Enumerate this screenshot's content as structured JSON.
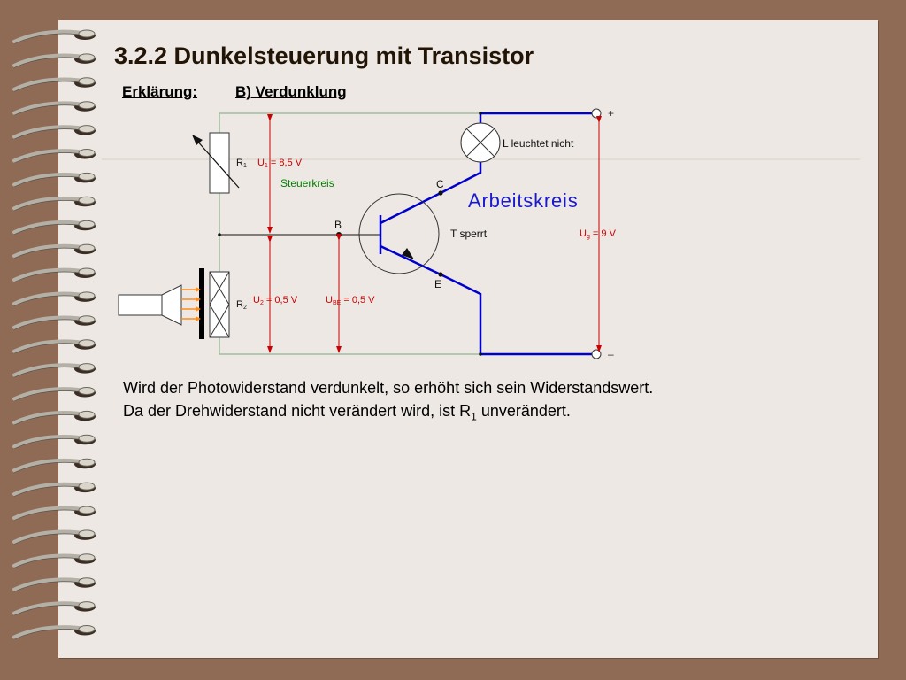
{
  "slide": {
    "title": "3.2.2 Dunkelsteuerung mit Transistor",
    "subtitle_left": "Erklärung:",
    "subtitle_right": "B) Verdunklung",
    "text_line1": "Wird der Photowiderstand verdunkelt, so erhöht sich sein Widerstandswert.",
    "text_line2_prefix": "Da der Drehwiderstand nicht verändert wird, ist R",
    "text_line2_sub": "1",
    "text_line2_suffix": " unverändert."
  },
  "circuit": {
    "r1": "R",
    "r1_sub": "1",
    "r2": "R",
    "r2_sub": "2",
    "u1": "U",
    "u1_sub": "1",
    "u1_val": " = 8,5 V",
    "u2": "U",
    "u2_sub": "2",
    "u2_val": " = 0,5 V",
    "ube": "U",
    "ube_sub": "BE",
    "ube_val": " = 0,5 V",
    "ug": "U",
    "ug_sub": "g",
    "ug_val": " = 9 V",
    "steuerkreis": "Steuerkreis",
    "arbeitskreis": "Arbeitskreis",
    "lamp_label": "L leuchtet nicht",
    "transistor_label": "T sperrt",
    "collector": "C",
    "base": "B",
    "emitter": "E",
    "plus": "+",
    "minus": "–"
  },
  "colors": {
    "page": "#ede8e4",
    "frame": "#8f6b56",
    "control_wire": "#9dbf9d",
    "work_wire": "#0000cc",
    "voltage": "#cc0000",
    "steuerkreis": "#008000",
    "arbeitskreis": "#1a1acc"
  }
}
